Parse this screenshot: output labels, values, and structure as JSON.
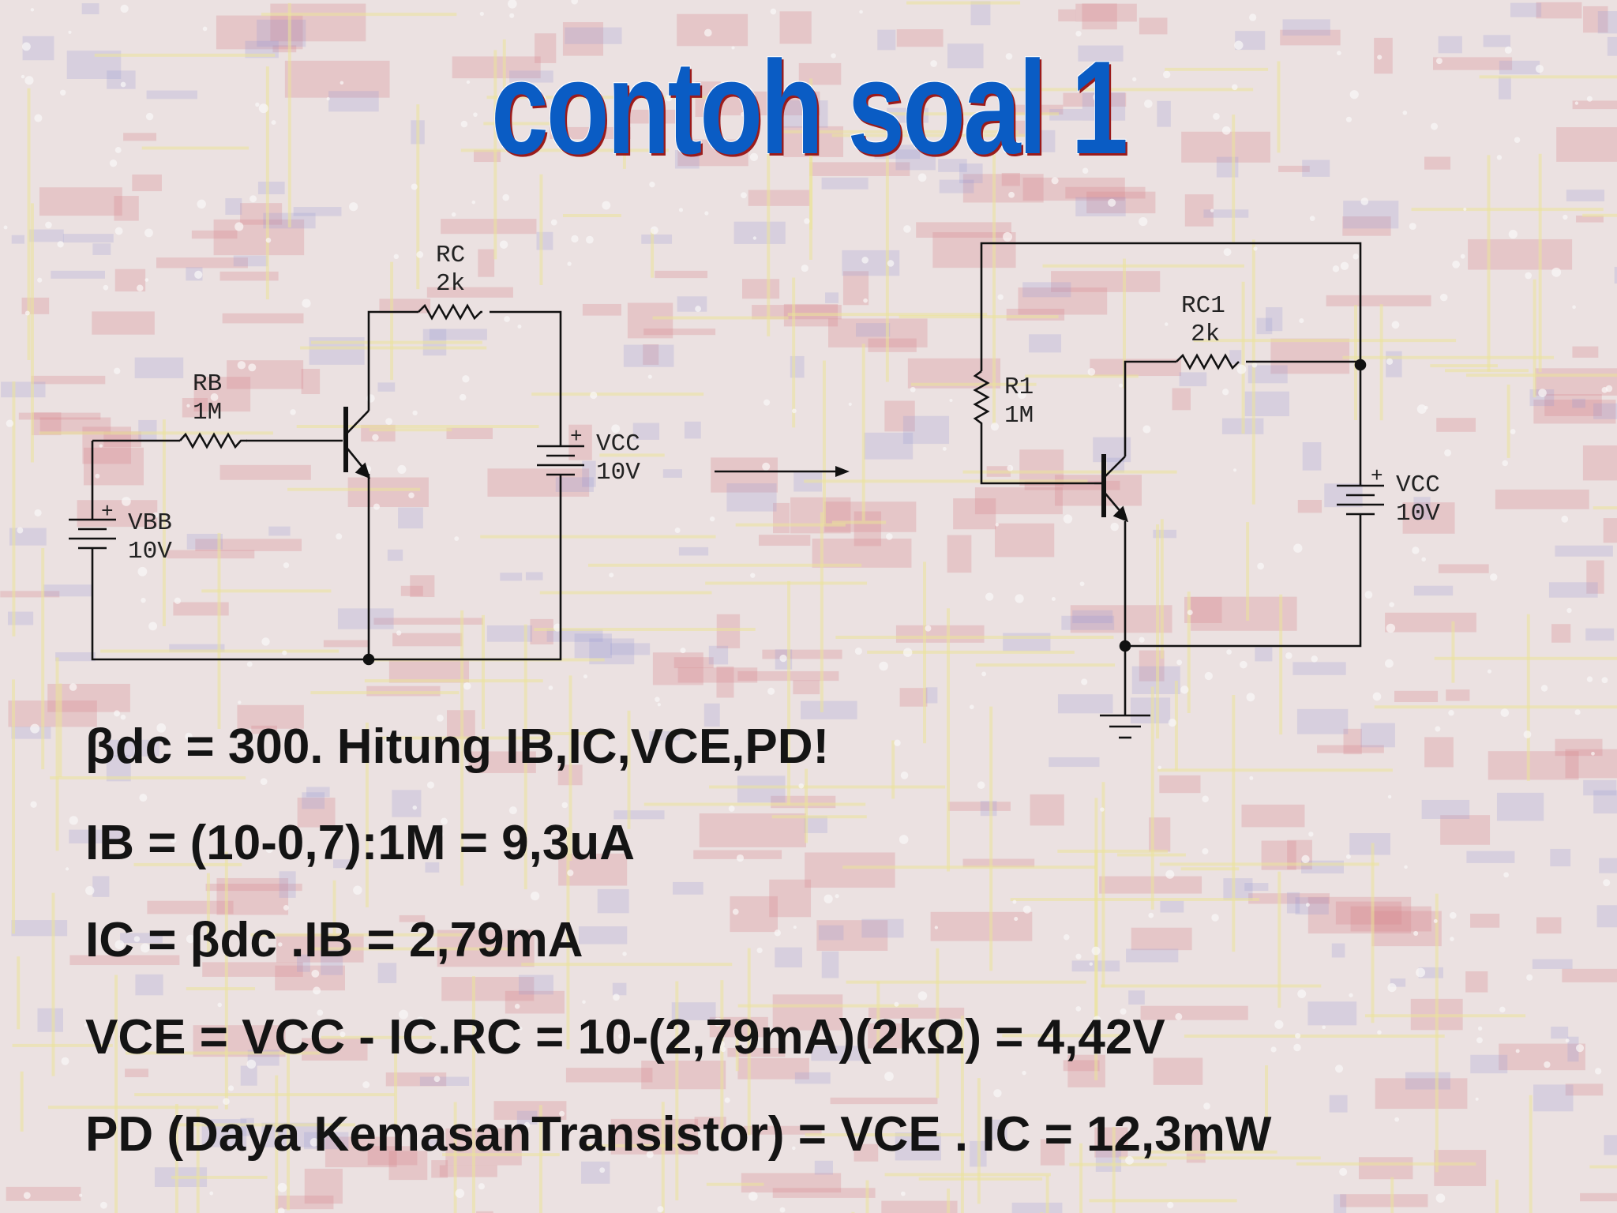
{
  "title": "contoh soal 1",
  "circuit_left": {
    "rb_name": "RB",
    "rb_value": "1M",
    "rc_name": "RC",
    "rc_value": "2k",
    "vbb_name": "VBB",
    "vbb_value": "10V",
    "vcc_name": "VCC",
    "vcc_value": "10V",
    "plus": "+"
  },
  "circuit_right": {
    "r1_name": "R1",
    "r1_value": "1M",
    "rc1_name": "RC1",
    "rc1_value": "2k",
    "vcc_name": "VCC",
    "vcc_value": "10V",
    "plus": "+"
  },
  "equations": [
    "βdc = 300. Hitung IB,IC,VCE,PD!",
    "IB = (10-0,7):1M = 9,3uA",
    "IC = βdc .IB = 2,79mA",
    "VCE = VCC - IC.RC = 10-(2,79mA)(2kΩ) = 4,42V",
    "PD (Daya KemasanTransistor) = VCE . IC = 12,3mW"
  ],
  "colors": {
    "title_blue": "#0a5cc4",
    "title_shadow": "#9b1b1b",
    "pcb_red": "#c84a55",
    "pcb_yellow": "#e9e070",
    "pcb_blue": "#5a62c8",
    "wire": "#111111"
  }
}
